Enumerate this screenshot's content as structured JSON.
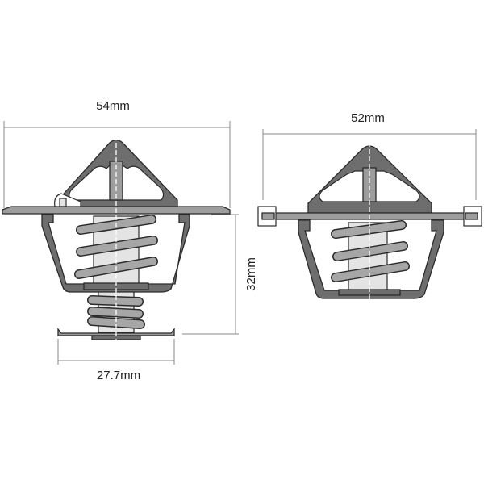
{
  "dimensions": {
    "left_width": "54mm",
    "left_height": "32mm",
    "left_base_width": "27.7mm",
    "right_width": "52mm"
  },
  "colors": {
    "housing": "#6e6e6e",
    "spring": "#9d9d9d",
    "piston": "#e4e4e4",
    "dimension_line": "#8a8a8a"
  }
}
